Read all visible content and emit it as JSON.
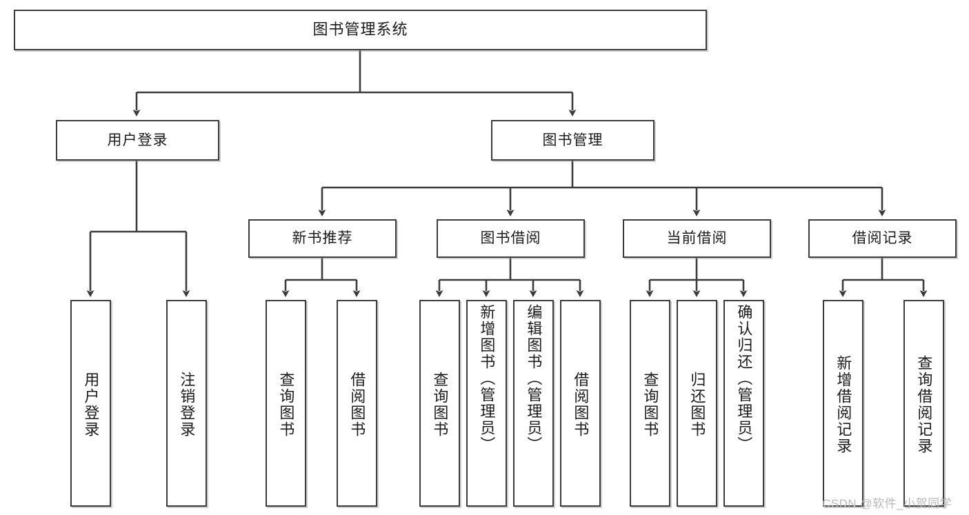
{
  "diagram": {
    "title": "图书管理系统",
    "type": "tree-hierarchy-chart",
    "background": "#ffffff",
    "line_color": "#3b3b3b",
    "box_border_color": "#3b3b3b",
    "text_color": "#1b1b1b"
  },
  "nodes": {
    "root": {
      "label": "图书管理系统"
    },
    "level1": [
      {
        "label": "用户登录"
      },
      {
        "label": "图书管理"
      }
    ],
    "level2": [
      {
        "label": "新书推荐"
      },
      {
        "label": "图书借阅"
      },
      {
        "label": "当前借阅"
      },
      {
        "label": "借阅记录"
      }
    ],
    "leaves": {
      "user_login": [
        {
          "label": "用户登录"
        },
        {
          "label": "注销登录"
        }
      ],
      "new_book_recommend": [
        {
          "label": "查询图书"
        },
        {
          "label": "借阅图书"
        }
      ],
      "book_borrow": [
        {
          "label": "查询图书"
        },
        {
          "label": "新增图书（管理员）"
        },
        {
          "label": "编辑图书（管理员）"
        },
        {
          "label": "借阅图书"
        }
      ],
      "current_borrow": [
        {
          "label": "查询图书"
        },
        {
          "label": "归还图书"
        },
        {
          "label": "确认归还（管理员）"
        }
      ],
      "borrow_record": [
        {
          "label": "新增借阅记录"
        },
        {
          "label": "查询借阅记录"
        }
      ]
    }
  },
  "watermark": {
    "text": "CSDN @软件_小贺同学"
  }
}
